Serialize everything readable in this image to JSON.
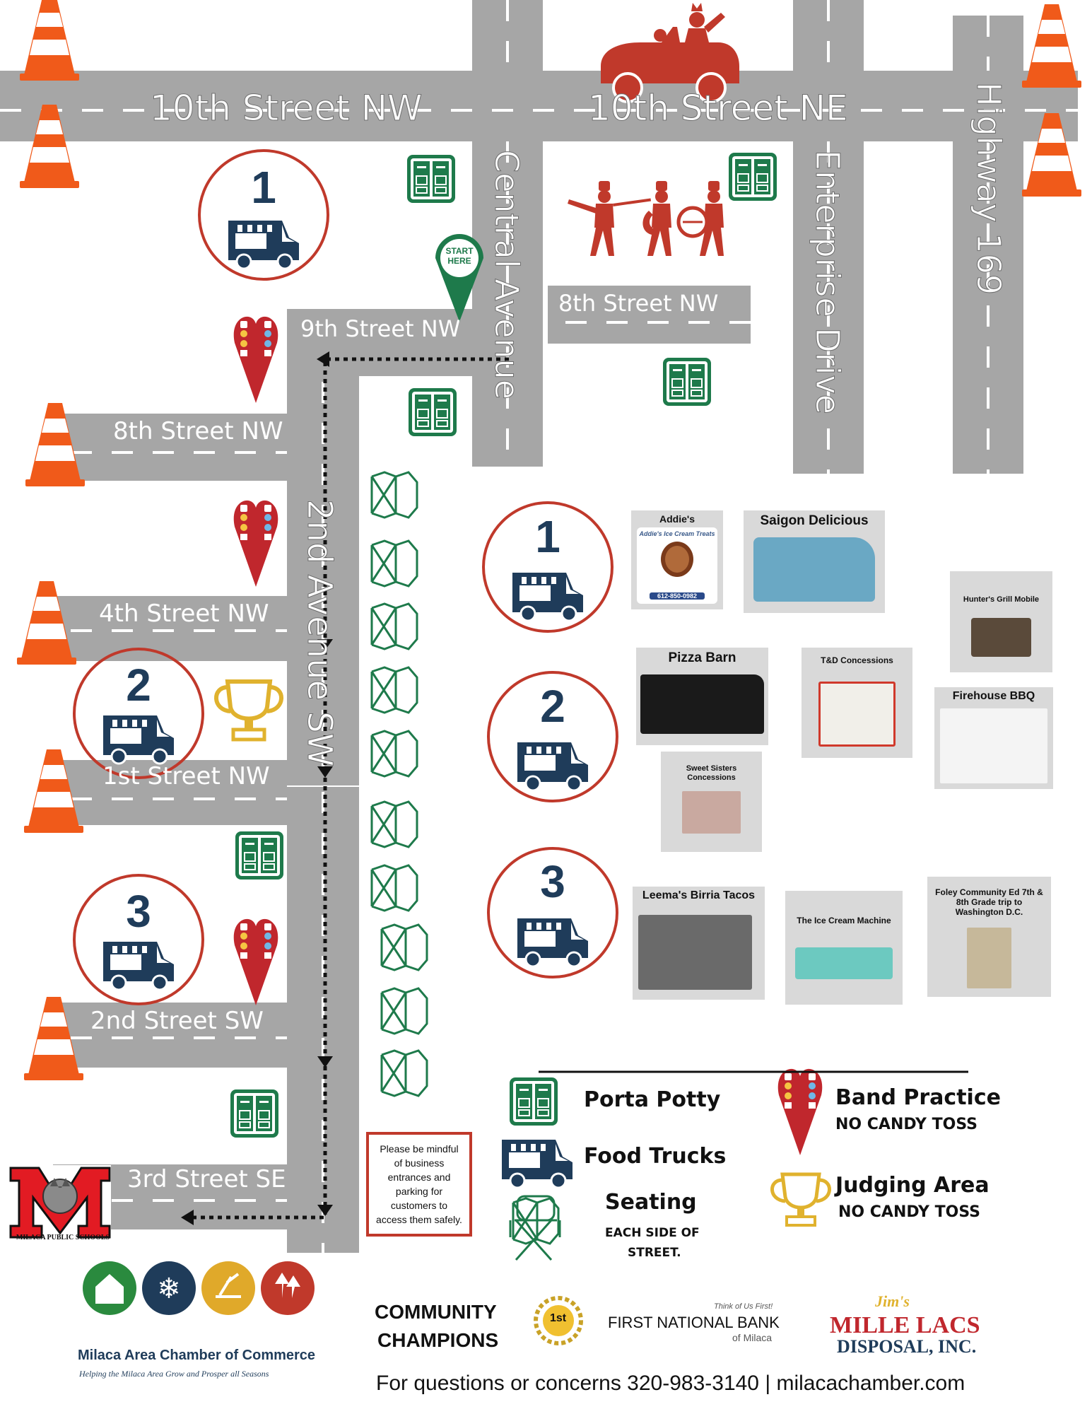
{
  "streets": {
    "tenth_nw": "10th Street NW",
    "tenth_ne": "10th Street NE",
    "central_ave": "Central Avenue",
    "enterprise_dr": "Enterprise Drive",
    "highway_169": "Highway 169",
    "ninth_nw": "9th Street NW",
    "eighth_nw_right": "8th Street NW",
    "eighth_nw_left": "8th Street NW",
    "fourth_nw": "4th Street NW",
    "first_nw": "1st Street NW",
    "second_ave_sw": "2nd Avenue SW",
    "second_sw": "2nd Street SW",
    "third_se": "3rd Street SE"
  },
  "start_marker": {
    "line1": "START",
    "line2": "HERE"
  },
  "zones": {
    "z1_map": "1",
    "z2_map": "2",
    "z3_map": "3",
    "z1_list": "1",
    "z2_list": "2",
    "z3_list": "3"
  },
  "vendors": {
    "addies": "Addie's",
    "addies_sign": "Addie's Ice Cream Treats",
    "addies_phone": "612-850-0982",
    "saigon": "Saigon Delicious",
    "hunters": "Hunter's Grill Mobile",
    "pizza_barn": "Pizza Barn",
    "td": "T&D Concessions",
    "firehouse": "Firehouse BBQ",
    "sweet_sisters": "Sweet Sisters Concessions",
    "leemas": "Leema's Birria Tacos",
    "ice_cream_machine": "The Ice Cream Machine",
    "foley": "Foley Community Ed 7th & 8th Grade trip to Washington D.C."
  },
  "legend": {
    "porta_potty": "Porta Potty",
    "food_trucks": "Food Trucks",
    "seating": "Seating",
    "seating_sub1": "EACH SIDE OF",
    "seating_sub2": "STREET.",
    "band_practice": "Band Practice",
    "band_sub": "NO CANDY TOSS",
    "judging": "Judging Area",
    "judging_sub": "NO CANDY TOSS"
  },
  "notice": "Please be mindful of business entrances and parking for customers to access them safely.",
  "school": {
    "letter": "M",
    "name": "MILACA PUBLIC SCHOOLS"
  },
  "footer": {
    "chamber_name": "Milaca Area Chamber of Commerce",
    "chamber_tagline": "Helping the Milaca Area Grow and Prosper all Seasons",
    "champions_line1": "COMMUNITY",
    "champions_line2": "CHAMPIONS",
    "bank_tagline": "Think of Us First!",
    "bank_name": "FIRST NATIONAL BANK",
    "bank_city": "of Milaca",
    "bank_badge": "1st",
    "disposal_script": "Jim's",
    "disposal_line1": "MILLE LACS",
    "disposal_line2": "DISPOSAL, INC.",
    "contact": "For questions or concerns 320-983-3140 | milacachamber.com"
  },
  "colors": {
    "road": "#a6a6a6",
    "road_line": "#ffffff",
    "cone": "#f05a1a",
    "truck": "#1f3c5a",
    "zone_ring": "#c0392b",
    "potty": "#1e7a4b",
    "seat": "#1e7a4b",
    "band_pin": "#c0272d",
    "trophy": "#e0b22e",
    "vendor_bg": "#d9d9d9"
  }
}
